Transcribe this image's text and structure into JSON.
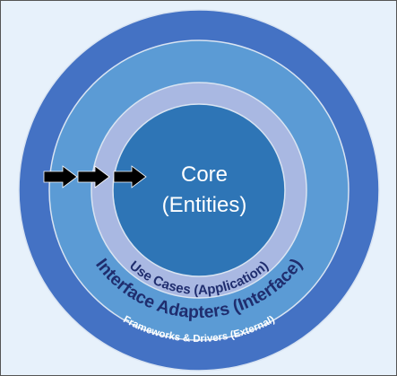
{
  "layers": {
    "frameworks": {
      "label": "Frameworks & Drivers (External)",
      "color": "#4472c4"
    },
    "adapters": {
      "label": "Interface Adapters (Interface)",
      "color": "#5b9bd5"
    },
    "use_cases": {
      "label": "Use Cases (Application)",
      "color": "#a9b8e2"
    },
    "core": {
      "line1": "Core",
      "line2": "(Entities)",
      "color": "#2e75b6"
    }
  },
  "colors": {
    "background": "#e7f1fb",
    "ring_stroke": "#d9e4f2",
    "ring_label_text": "#1f2d6e",
    "outer_label_text": "#ffffff",
    "core_text": "#ffffff",
    "arrow": "#000000"
  },
  "arrows": {
    "count": 3,
    "icon": "right-arrow-icon"
  }
}
